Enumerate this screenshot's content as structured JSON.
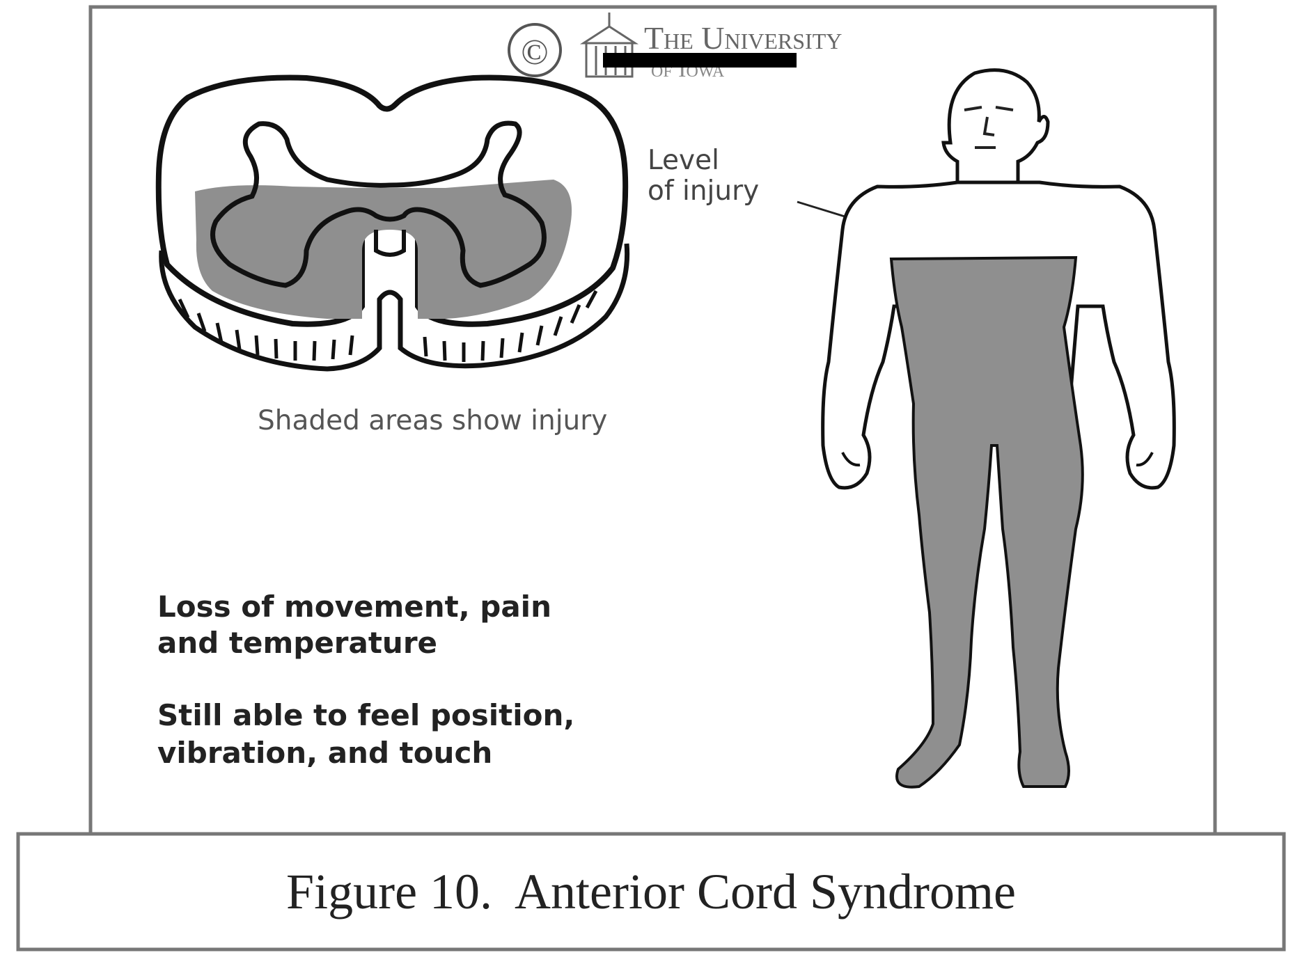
{
  "copyright": {
    "symbol": "©",
    "logo_line1": "The University",
    "logo_line2": "of Iowa"
  },
  "labels": {
    "level_line1": "Level",
    "level_line2": "of injury",
    "shaded_note": "Shaded areas show injury",
    "loss_line1": "Loss of movement, pain",
    "loss_line2": "and temperature",
    "still_line1": "Still able to feel position,",
    "still_line2": "vibration, and touch"
  },
  "caption": "Figure 10.  Anterior Cord Syndrome",
  "colors": {
    "injury_shade": "#8f8f8f",
    "outline": "#111111",
    "frame": "#777777",
    "label_text": "#444444"
  }
}
